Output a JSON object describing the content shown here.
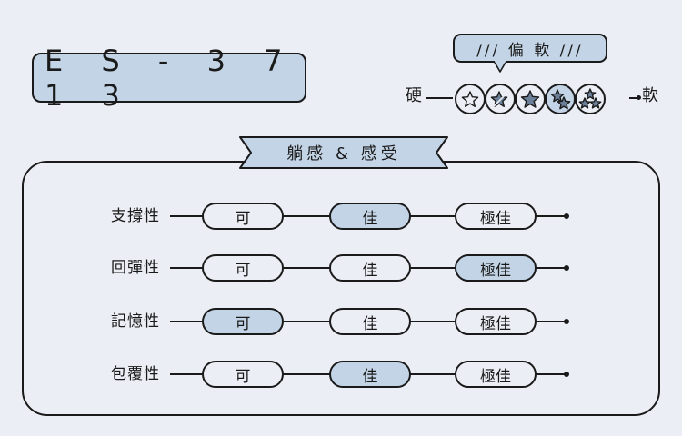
{
  "model": "E S - 3 7 1 3",
  "firmness": {
    "bias_label": "/// 偏 軟 ///",
    "hard_label": "硬",
    "soft_label": "軟",
    "levels": 5,
    "selected_level": 4
  },
  "section": {
    "title": "躺感 & 感受"
  },
  "options": [
    "可",
    "佳",
    "極佳"
  ],
  "rows": [
    {
      "label": "支撐性",
      "selected_index": 1
    },
    {
      "label": "回彈性",
      "selected_index": 2
    },
    {
      "label": "記憶性",
      "selected_index": 0
    },
    {
      "label": "包覆性",
      "selected_index": 1
    }
  ],
  "colors": {
    "accent": "#c3d4e6",
    "background": "#ebeef4",
    "ink": "#1a1a1a",
    "star_fill": "#6b7f99"
  }
}
